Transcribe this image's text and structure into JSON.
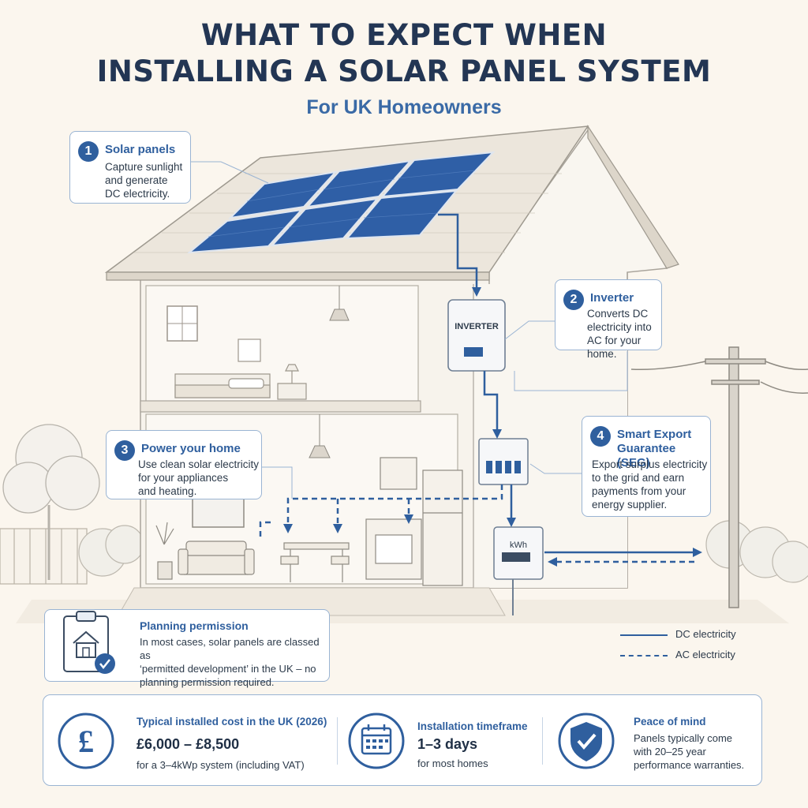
{
  "header": {
    "title_line1": "WHAT TO EXPECT WHEN",
    "title_line2": "INSTALLING A SOLAR PANEL SYSTEM",
    "subtitle": "For UK Homeowners"
  },
  "callouts": [
    {
      "number": "1",
      "title": "Solar panels",
      "body": [
        "Capture sunlight",
        "and generate",
        "DC electricity."
      ]
    },
    {
      "number": "2",
      "title": "Inverter",
      "body": [
        "Converts DC",
        "electricity into",
        "AC for your home."
      ]
    },
    {
      "number": "3",
      "title": "Power your home",
      "body": [
        "Use clean solar electricity",
        "for your appliances",
        "and heating."
      ]
    },
    {
      "number": "4",
      "title": "Smart Export",
      "title2": "Guarantee (SEG)",
      "body": [
        "Export surplus electricity",
        "to the grid and earn",
        "payments from your",
        "energy supplier."
      ]
    }
  ],
  "devices": {
    "inverter_label": "INVERTER",
    "meter_label": "kWh"
  },
  "planning": {
    "title": "Planning permission",
    "body": [
      "In most cases, solar panels are classed as",
      "‘permitted development’ in the UK – no",
      "planning permission required."
    ]
  },
  "legend": {
    "dc": "DC electricity",
    "ac": "AC electricity"
  },
  "facts": {
    "cost": {
      "title": "Typical installed cost in the UK (2026)",
      "value": "£6,000 – £8,500",
      "note": "for a 3–4kWp system (including VAT)",
      "icon_char": "£"
    },
    "time": {
      "title": "Installation timeframe",
      "value": "1–3 days",
      "note": "for most homes"
    },
    "warranty": {
      "title": "Peace of mind",
      "note": [
        "Panels typically come",
        "with 20–25 year",
        "performance warranties."
      ]
    }
  },
  "colors": {
    "accent": "#2f5f9e",
    "panel": "#2f5fa6",
    "background": "#fbf6ee"
  },
  "icons": [
    "pound-icon",
    "calendar-icon",
    "shield-check-icon",
    "clipboard-house-icon"
  ]
}
